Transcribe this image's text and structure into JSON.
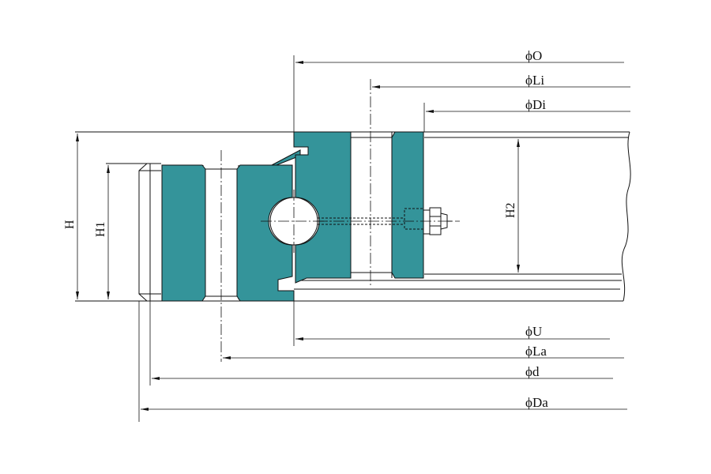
{
  "colors": {
    "section_fill": "#34949a",
    "line": "#111111",
    "background": "#ffffff"
  },
  "labels": {
    "O": "ϕO",
    "Li": "ϕLi",
    "Di": "ϕDi",
    "U": "ϕU",
    "La": "ϕLa",
    "d": "ϕd",
    "Da": "ϕDa",
    "H": "H",
    "H1": "H1",
    "H2": "H2"
  }
}
